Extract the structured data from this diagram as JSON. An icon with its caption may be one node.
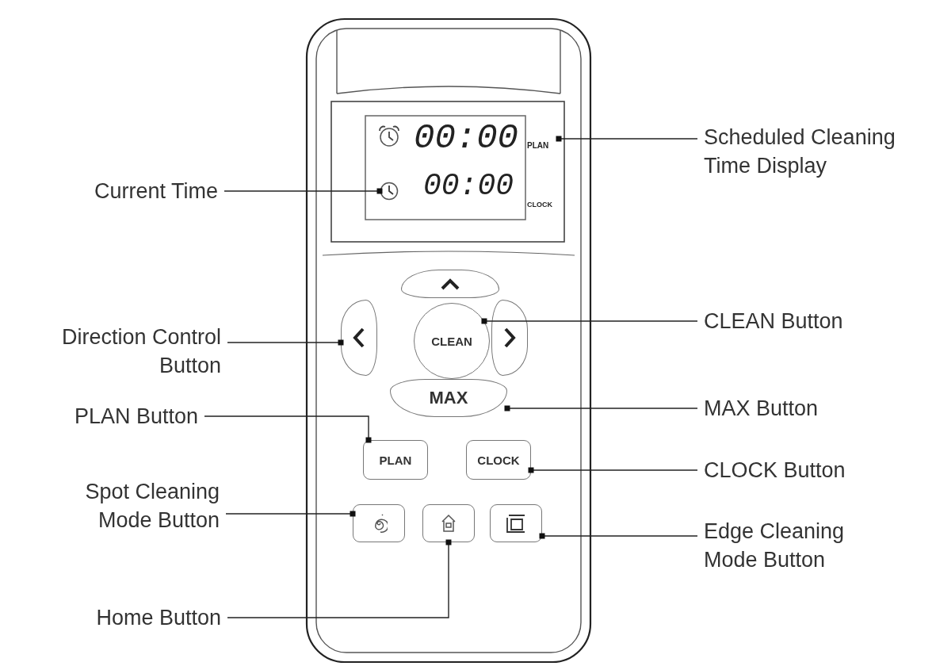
{
  "diagram": {
    "nodes": [
      {
        "text": [],
        "shape": "box"
      },
      {
        "text": [
          "00:00",
          "PLAN",
          "00:00",
          "CLOCK"
        ],
        "in": 0
      },
      {
        "text": [],
        "shape": "clock",
        "in": 1
      },
      {
        "text": [],
        "shape": "button",
        "in": 0
      },
      {
        "text": [],
        "shape": "button",
        "in": 0
      },
      {
        "text": [],
        "shape": "button",
        "in": 0
      },
      {
        "text": [
          "CLEAN"
        ],
        "in": 0
      },
      {
        "text": [
          "MAX"
        ],
        "in": 0
      },
      {
        "text": [
          "PLAN"
        ],
        "in": 0
      },
      {
        "text": [
          "CLOCK"
        ],
        "in": 0
      },
      {
        "text": [],
        "shape": "button",
        "in": 0
      },
      {
        "text": [],
        "shape": "button",
        "in": 0
      },
      {
        "text": [],
        "shape": "button",
        "in": 0
      },
      {
        "text": [
          "Scheduled Cleaning Time Display"
        ]
      },
      {
        "text": [
          "Current Time"
        ]
      },
      {
        "text": [
          "CLEAN Button"
        ]
      },
      {
        "text": [
          "Direction Control Button"
        ]
      },
      {
        "text": [
          "MAX Button"
        ]
      },
      {
        "text": [
          "PLAN Button"
        ]
      },
      {
        "text": [
          "CLOCK Button"
        ]
      },
      {
        "text": [
          "Spot Cleaning Mode Button"
        ]
      },
      {
        "text": [
          "Edge Cleaning Mode Button"
        ]
      },
      {
        "text": [
          "Home Button"
        ]
      }
    ],
    "edges": [
      {
        "from": 13,
        "to": 1,
        "arrow": "other"
      },
      {
        "from": 14,
        "to": 2,
        "arrow": "other"
      },
      {
        "from": 15,
        "to": 6,
        "arrow": "other"
      },
      {
        "from": 16,
        "to": 4,
        "arrow": "other"
      },
      {
        "from": 17,
        "to": 7,
        "arrow": "other"
      },
      {
        "from": 18,
        "to": 8,
        "arrow": "other"
      },
      {
        "from": 19,
        "to": 9,
        "arrow": "other"
      },
      {
        "from": 20,
        "to": 10,
        "arrow": "other"
      },
      {
        "from": 21,
        "to": 12,
        "arrow": "other"
      },
      {
        "from": 22,
        "to": 11,
        "arrow": "other"
      }
    ]
  }
}
